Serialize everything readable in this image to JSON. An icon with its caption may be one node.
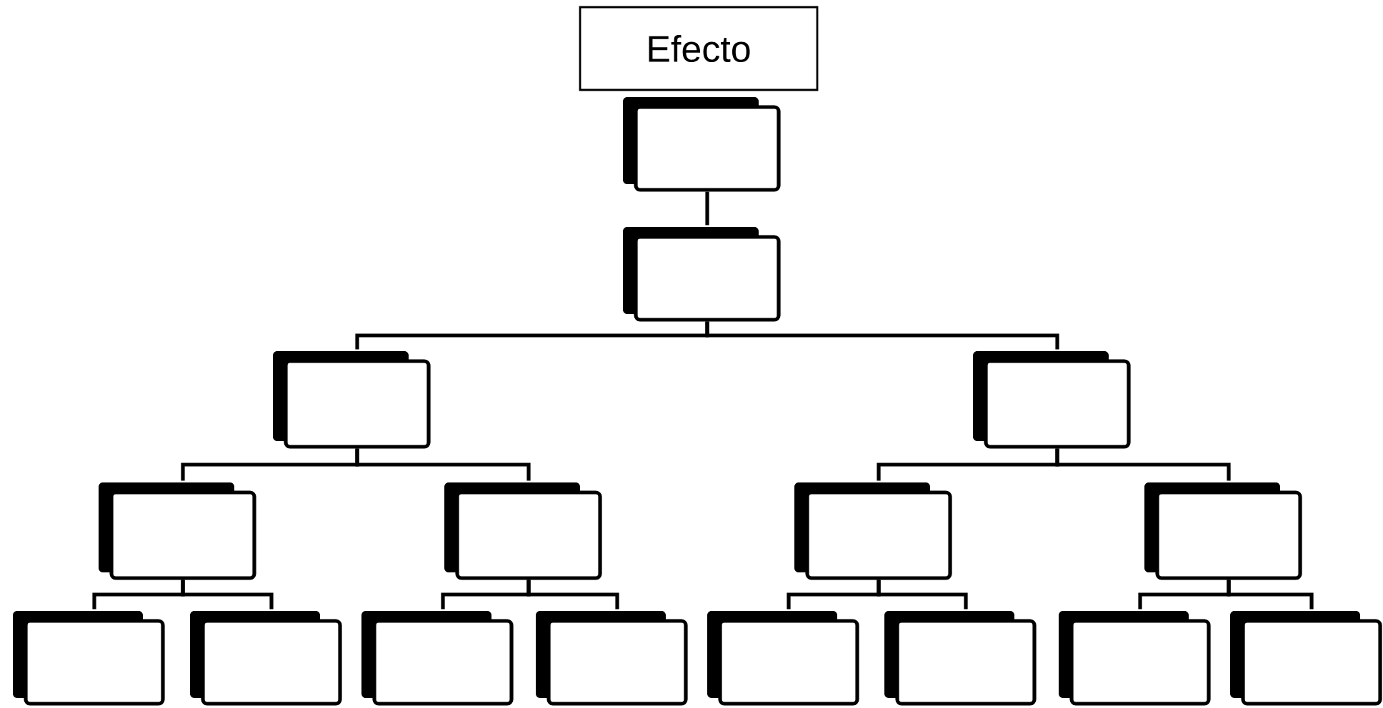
{
  "diagram": {
    "nodes": [
      {
        "text": [
          "Efecto"
        ]
      },
      {
        "text": [],
        "shape": "box"
      },
      {
        "text": [],
        "shape": "box"
      },
      {
        "text": [],
        "shape": "box"
      },
      {
        "text": [],
        "shape": "box"
      },
      {
        "text": [],
        "shape": "box"
      },
      {
        "text": [],
        "shape": "box"
      },
      {
        "text": [],
        "shape": "box"
      },
      {
        "text": [],
        "shape": "box"
      },
      {
        "text": [],
        "shape": "box"
      },
      {
        "text": [],
        "shape": "box"
      },
      {
        "text": [],
        "shape": "box"
      },
      {
        "text": [],
        "shape": "box"
      },
      {
        "text": [],
        "shape": "box"
      },
      {
        "text": [],
        "shape": "box"
      },
      {
        "text": [],
        "shape": "box"
      },
      {
        "text": [],
        "shape": "box"
      }
    ],
    "edges": [
      {
        "from": 1,
        "to": 2,
        "arrow": "none"
      },
      {
        "from": 2,
        "to": 3,
        "arrow": "none"
      },
      {
        "from": 2,
        "to": 4,
        "arrow": "none"
      },
      {
        "from": 3,
        "to": 5,
        "arrow": "none"
      },
      {
        "from": 3,
        "to": 6,
        "arrow": "none"
      },
      {
        "from": 4,
        "to": 7,
        "arrow": "none"
      },
      {
        "from": 4,
        "to": 8,
        "arrow": "none"
      },
      {
        "from": 5,
        "to": 9,
        "arrow": "none"
      },
      {
        "from": 5,
        "to": 10,
        "arrow": "none"
      },
      {
        "from": 6,
        "to": 11,
        "arrow": "none"
      },
      {
        "from": 6,
        "to": 12,
        "arrow": "none"
      },
      {
        "from": 7,
        "to": 13,
        "arrow": "none"
      },
      {
        "from": 7,
        "to": 14,
        "arrow": "none"
      },
      {
        "from": 8,
        "to": 15,
        "arrow": "none"
      },
      {
        "from": 8,
        "to": 16,
        "arrow": "none"
      }
    ]
  }
}
